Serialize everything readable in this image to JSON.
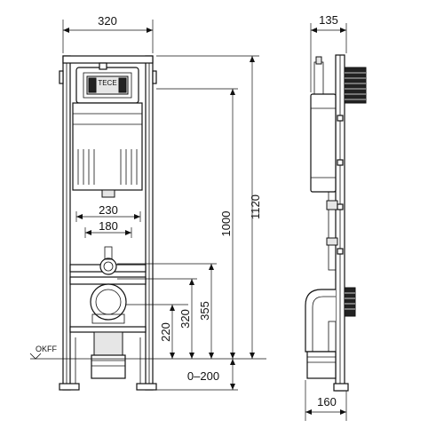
{
  "front_view": {
    "width_top": "320",
    "width_inner_1": "230",
    "width_inner_2": "180",
    "height_total": "1120",
    "height_1000": "1000",
    "height_355": "355",
    "height_320": "320",
    "height_220": "220",
    "adjust_range": "0–200",
    "floor_label": "OKFF",
    "brand_text": "TECE"
  },
  "side_view": {
    "depth_top": "135",
    "depth_bottom": "160"
  },
  "colors": {
    "line": "#111111",
    "shade": "#e6e6e6",
    "dark": "#222222"
  }
}
